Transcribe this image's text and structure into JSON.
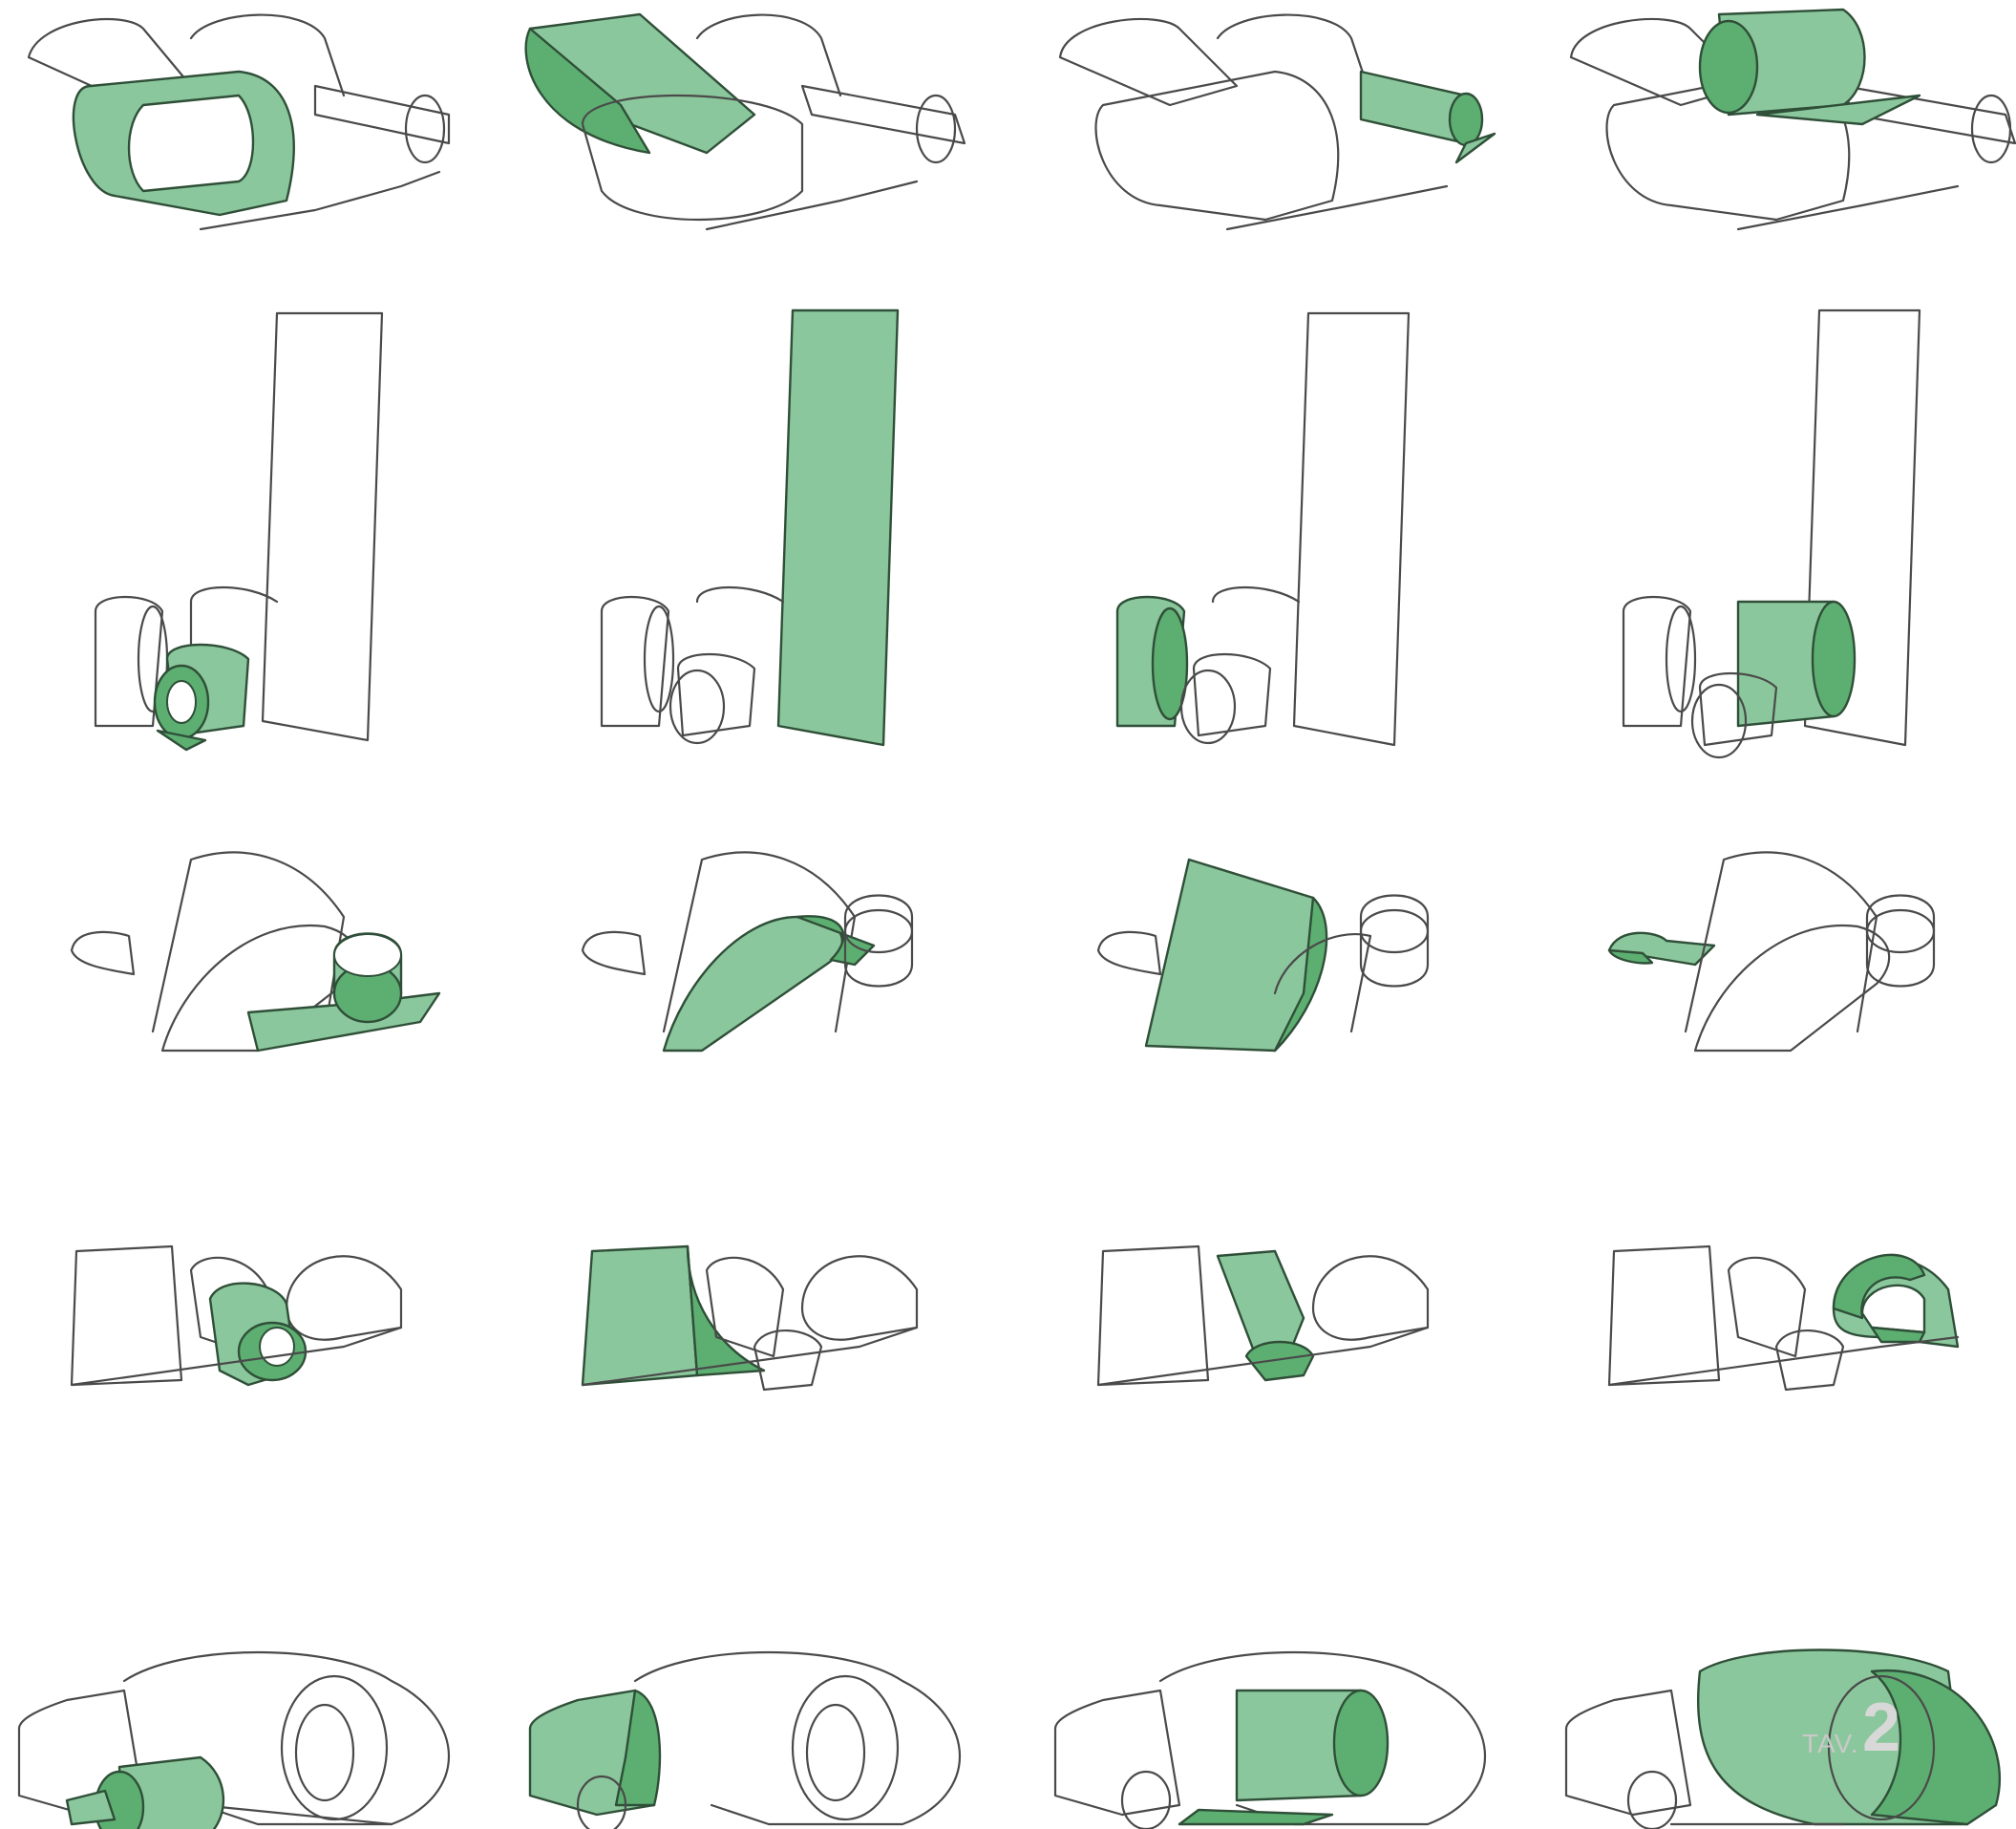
{
  "plate": {
    "label": "TAV.",
    "number": "2"
  },
  "palette": {
    "highlight": "#8bc79c",
    "highlight_dark": "#5daf71",
    "outline": "#4a4a4a",
    "background": "#ffffff"
  },
  "grid": {
    "rows": 5,
    "columns": 4
  }
}
